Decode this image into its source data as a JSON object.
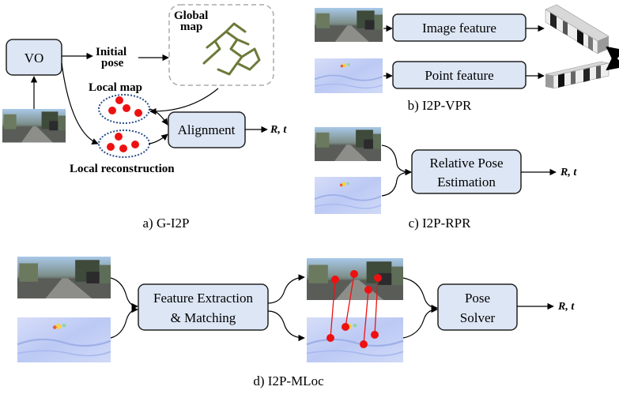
{
  "colors": {
    "box_fill": "#dde6f4",
    "box_stroke": "#222222",
    "map_border": "#aaaaaa",
    "point": "#ee1111",
    "ellipse": "#2a4f8a",
    "street_sky": "#9cc0e0",
    "lidar_bg": "#c8d4f6"
  },
  "panel_a": {
    "vo_label": "VO",
    "initial_pose_line1": "Initial",
    "initial_pose_line2": "pose",
    "global_map_line1": "Global",
    "global_map_line2": "map",
    "local_map": "Local map",
    "local_reconstruction": "Local reconstruction",
    "alignment": "Alignment",
    "output": "R, t",
    "caption": "a) G-I2P"
  },
  "panel_b": {
    "image_feature": "Image feature",
    "point_feature": "Point feature",
    "caption": "b) I2P-VPR"
  },
  "panel_c": {
    "box_line1": "Relative Pose",
    "box_line2": "Estimation",
    "output": "R, t",
    "caption": "c) I2P-RPR"
  },
  "panel_d": {
    "box1_line1": "Feature Extraction",
    "box1_line2": "& Matching",
    "box2_line1": "Pose",
    "box2_line2": "Solver",
    "output": "R, t",
    "caption": "d) I2P-MLoc"
  }
}
